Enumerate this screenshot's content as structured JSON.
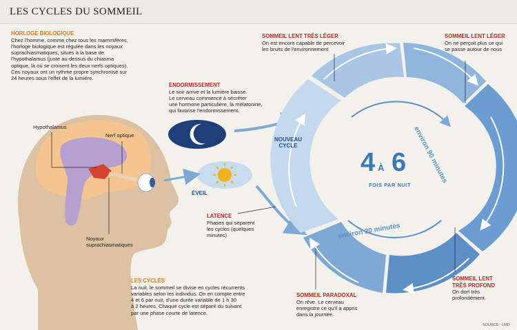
{
  "title": "LES CYCLES DU SOMMEIL",
  "horloge": {
    "heading": "HORLOGE BIOLOGIQUE",
    "lines": [
      "Chez l'homme, comme chez tous les mammifères,",
      "l'horloge biologique est régulée dans les noyaux",
      "suprachiasmatiques, situés à la base de",
      "l'hypothalamus (juste au-dessus du chiasma",
      "optique, là où se croisent les deux nerfs optiques).",
      "Ces noyaux ont un rythme propre synchronisé sur",
      "24 heures sous l'effet de la lumière."
    ]
  },
  "endormissement": {
    "heading": "ENDORMISSEMENT",
    "lines": [
      "Le soir arrive et la lumière baisse.",
      "Le cerveau commence à sécréter",
      "une hormone particulière, la mélatonine,",
      "qui favorise l'endormissement."
    ]
  },
  "eveil": "ÉVEIL",
  "nouveau_cycle": [
    "NOUVEAU",
    "CYCLE"
  ],
  "latence": {
    "heading": "LATENCE",
    "lines": [
      "Phases qui séparent",
      "les cycles (quelques",
      "minutes)"
    ]
  },
  "anatomy": {
    "hypothalamus": "Hypothalamus",
    "nerf_optique": "Nerf optique",
    "noyaux": [
      "Noyaux",
      "suprachiasmatiques"
    ]
  },
  "cycles": {
    "heading": "LES CYCLES",
    "lines": [
      "La nuit, le sommeil se divise en cycles récurrents",
      "variables selon les individus. On en compte entre",
      "4 et 6 par nuit, d'une durée variable de 1 h 30",
      "à 2 heures. Chaque cycle est séparé du suivant",
      "par une phase courte de latence."
    ]
  },
  "phases": {
    "lent_tres_leger": {
      "heading": "SOMMEIL LENT TRÈS LÉGER",
      "lines": [
        "On est encore capable de percevoir",
        "les bruits de l'environnement"
      ]
    },
    "lent_leger": {
      "heading": "SOMMEIL LENT LÉGER",
      "lines": [
        "On ne perçoit plus ce qui",
        "se passe autour de nous"
      ]
    },
    "paradoxal": {
      "heading": "SOMMEIL PARADOXAL",
      "lines": [
        "On rêve. Le cerveau",
        "enregistre ce qu'il a appris",
        "dans la journée."
      ]
    },
    "lent_tres_profond": {
      "heading": [
        "SOMMEIL LENT",
        "TRÈS PROFOND"
      ],
      "lines": [
        "On dort très",
        "profondément."
      ]
    }
  },
  "center": {
    "four": "4",
    "a": "À",
    "six": "6",
    "sub": "FOIS PAR NUIT",
    "environ_90": "environ 90 minutes",
    "environ_20": "environ 20 minutes"
  },
  "source": "SOURCE : LMD",
  "colors": {
    "ring_light": "#a9c6e4",
    "ring_mid": "#7ea9d4",
    "ring_dark": "#5c8fc6",
    "navy": "#1f3f7a",
    "accent_orange": "#e07a1f",
    "accent_red": "#b22a20"
  }
}
